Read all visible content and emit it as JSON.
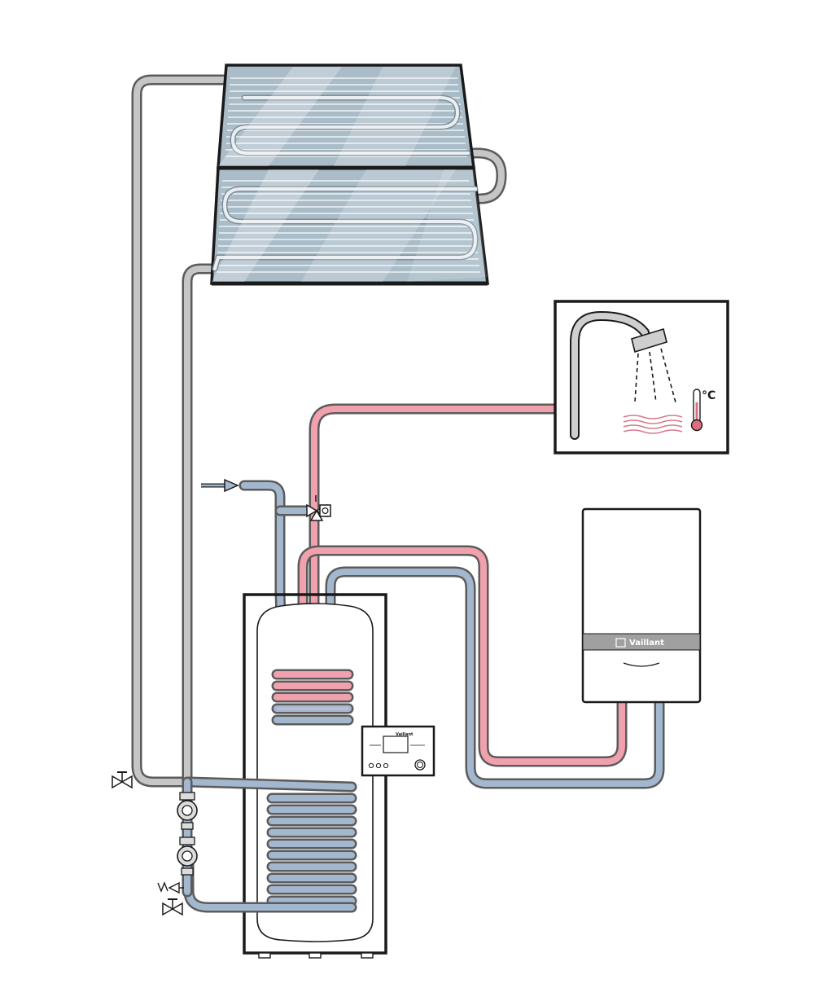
{
  "thermometer_unit": "°C",
  "boiler_brand": "Vaillant",
  "controller_brand": "Vaillant",
  "colors": {
    "solar_pipe": "#c6c6c6",
    "cold_water": "#a3b8cf",
    "hot_water": "#f0a1ad",
    "outline": "#1a1a1a",
    "collector_glass": "#a9bcc8",
    "boiler_band": "#a0a0a0"
  },
  "icons": {
    "collector": "solar-collector-icon",
    "tap": "shower-tap-icon",
    "thermometer": "thermometer-icon",
    "pump": "circulation-pump-icon",
    "mixing_valve": "thermostatic-mixing-valve-icon",
    "shutoff_valve": "shutoff-valve-icon",
    "safety_valve": "safety-valve-icon",
    "cold_inlet": "arrow-right-icon"
  }
}
